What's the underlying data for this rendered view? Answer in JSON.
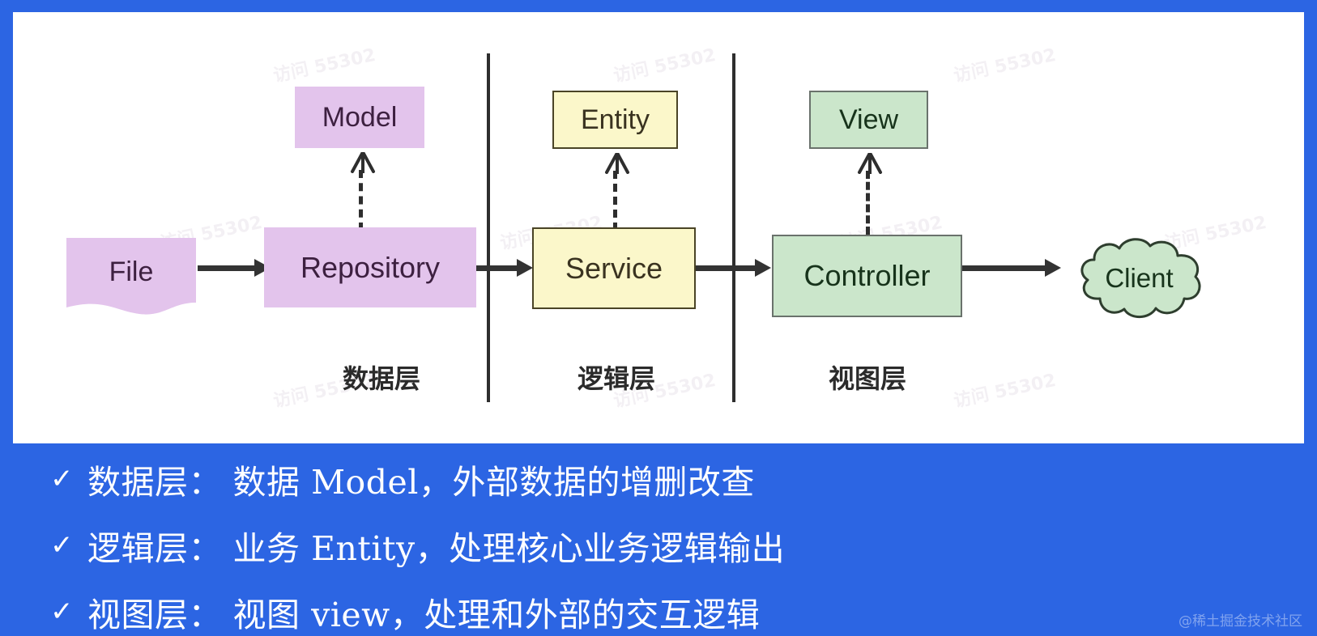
{
  "slide": {
    "background_color": "#2c65e3",
    "panel_background": "#ffffff"
  },
  "diagram": {
    "type": "layered-architecture-flow",
    "watermark_text": "访问 55302",
    "nodes": [
      {
        "id": "file",
        "label": "File",
        "shape": "document",
        "fill": "#e3c4ec",
        "text_color": "#3d2040"
      },
      {
        "id": "model",
        "label": "Model",
        "shape": "rect",
        "fill": "#e3c4ec",
        "text_color": "#3d2040"
      },
      {
        "id": "repository",
        "label": "Repository",
        "shape": "rect",
        "fill": "#e3c4ec",
        "text_color": "#3d2040"
      },
      {
        "id": "entity",
        "label": "Entity",
        "shape": "rect",
        "fill": "#fbf7ca",
        "text_color": "#3a3320"
      },
      {
        "id": "service",
        "label": "Service",
        "shape": "rect",
        "fill": "#fbf7ca",
        "text_color": "#3a3320"
      },
      {
        "id": "view",
        "label": "View",
        "shape": "rect",
        "fill": "#cbe6cb",
        "text_color": "#17331b"
      },
      {
        "id": "controller",
        "label": "Controller",
        "shape": "rect",
        "fill": "#cbe6cb",
        "text_color": "#17331b"
      },
      {
        "id": "client",
        "label": "Client",
        "shape": "cloud",
        "fill": "#cbe6cb",
        "text_color": "#17331b"
      }
    ],
    "layers": [
      {
        "id": "data",
        "caption": "数据层"
      },
      {
        "id": "logic",
        "caption": "逻辑层"
      },
      {
        "id": "view",
        "caption": "视图层"
      }
    ]
  },
  "bullets": {
    "check_glyph": "✓",
    "items": [
      {
        "label": "数据层：",
        "text": "数据 Model，外部数据的增删改查",
        "full": "数据层： 数据 Model，外部数据的增删改查"
      },
      {
        "label": "逻辑层：",
        "text": "业务 Entity，处理核心业务逻辑输出",
        "full": "逻辑层： 业务 Entity，处理核心业务逻辑输出"
      },
      {
        "label": "视图层：",
        "text": "视图 view，处理和外部的交互逻辑",
        "full": "视图层： 视图 view，处理和外部的交互逻辑"
      }
    ]
  },
  "watermark": {
    "corner": "@稀土掘金技术社区"
  }
}
